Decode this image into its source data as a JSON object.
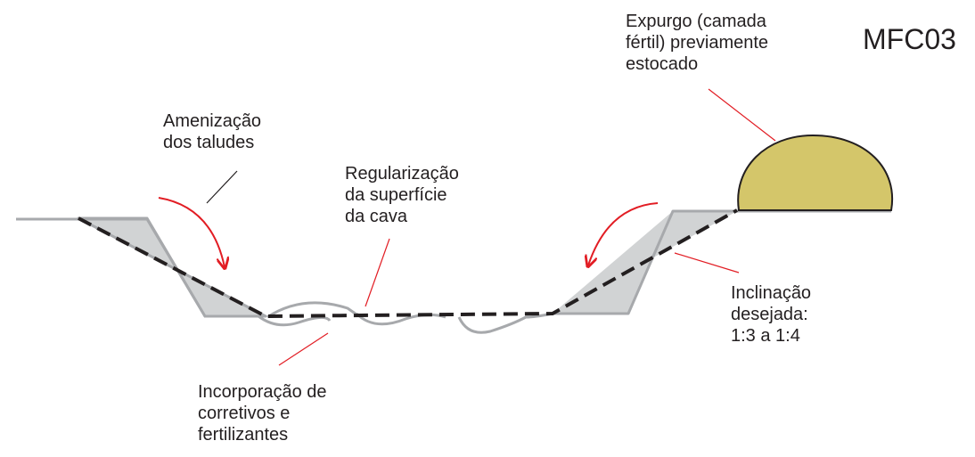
{
  "diagram_code": "MFC03",
  "labels": {
    "amenizacao": [
      "Amenização",
      "dos taludes"
    ],
    "regularizacao": [
      "Regularização",
      "da superfície",
      "da cava"
    ],
    "expurgo": [
      "Expurgo (camada",
      "fértil) previamente",
      "estocado"
    ],
    "inclinacao": [
      "Inclinação",
      "desejada:",
      "1:3 a 1:4"
    ],
    "incorporacao": [
      "Incorporação de",
      "corretivos e",
      "fertilizantes"
    ]
  },
  "colors": {
    "slope_fill": "#d1d3d4",
    "ground_line": "#a7a9ac",
    "dashed_profile": "#231f20",
    "soil_pile": "#d4c66a",
    "arrow": "#e21d24",
    "leader_red": "#e21d24",
    "leader_black": "#231f20",
    "text": "#231f20"
  }
}
